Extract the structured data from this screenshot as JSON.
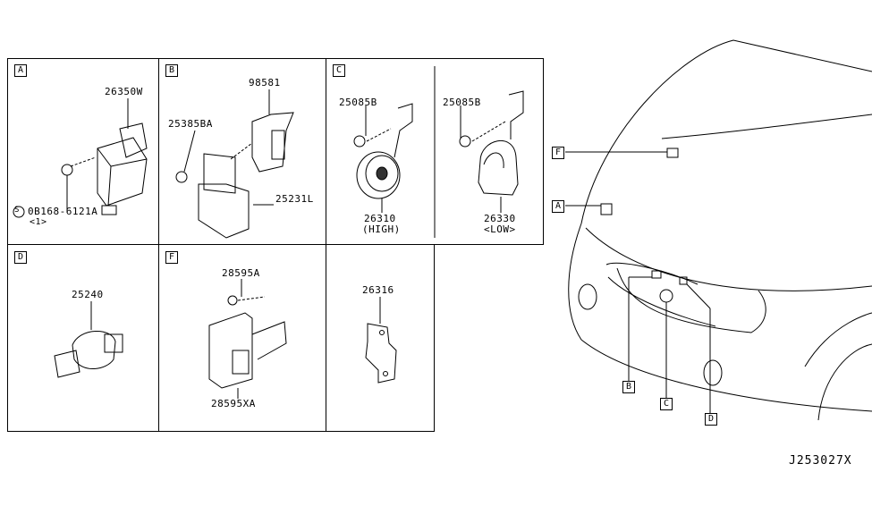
{
  "diagram_id": "J253027X",
  "panels": [
    {
      "id": "A",
      "parts": [
        {
          "pn": "26350W"
        },
        {
          "pn": "0B168-6121A",
          "qty": "<1>",
          "symbol": "S"
        }
      ]
    },
    {
      "id": "B",
      "parts": [
        {
          "pn": "98581"
        },
        {
          "pn": "25385BA"
        },
        {
          "pn": "25231L"
        }
      ]
    },
    {
      "id": "C",
      "parts": [
        {
          "pn": "25085B"
        },
        {
          "pn": "26310",
          "note": "(HIGH)"
        },
        {
          "pn": "25085B"
        },
        {
          "pn": "26330",
          "note": "<LOW>"
        }
      ]
    },
    {
      "id": "D",
      "parts": [
        {
          "pn": "25240"
        }
      ]
    },
    {
      "id": "F",
      "parts": [
        {
          "pn": "28595A"
        },
        {
          "pn": "28595XA"
        }
      ]
    },
    {
      "id": "",
      "parts": [
        {
          "pn": "26316"
        }
      ]
    }
  ],
  "vehicle_callouts": [
    "F",
    "A",
    "B",
    "C",
    "D"
  ]
}
